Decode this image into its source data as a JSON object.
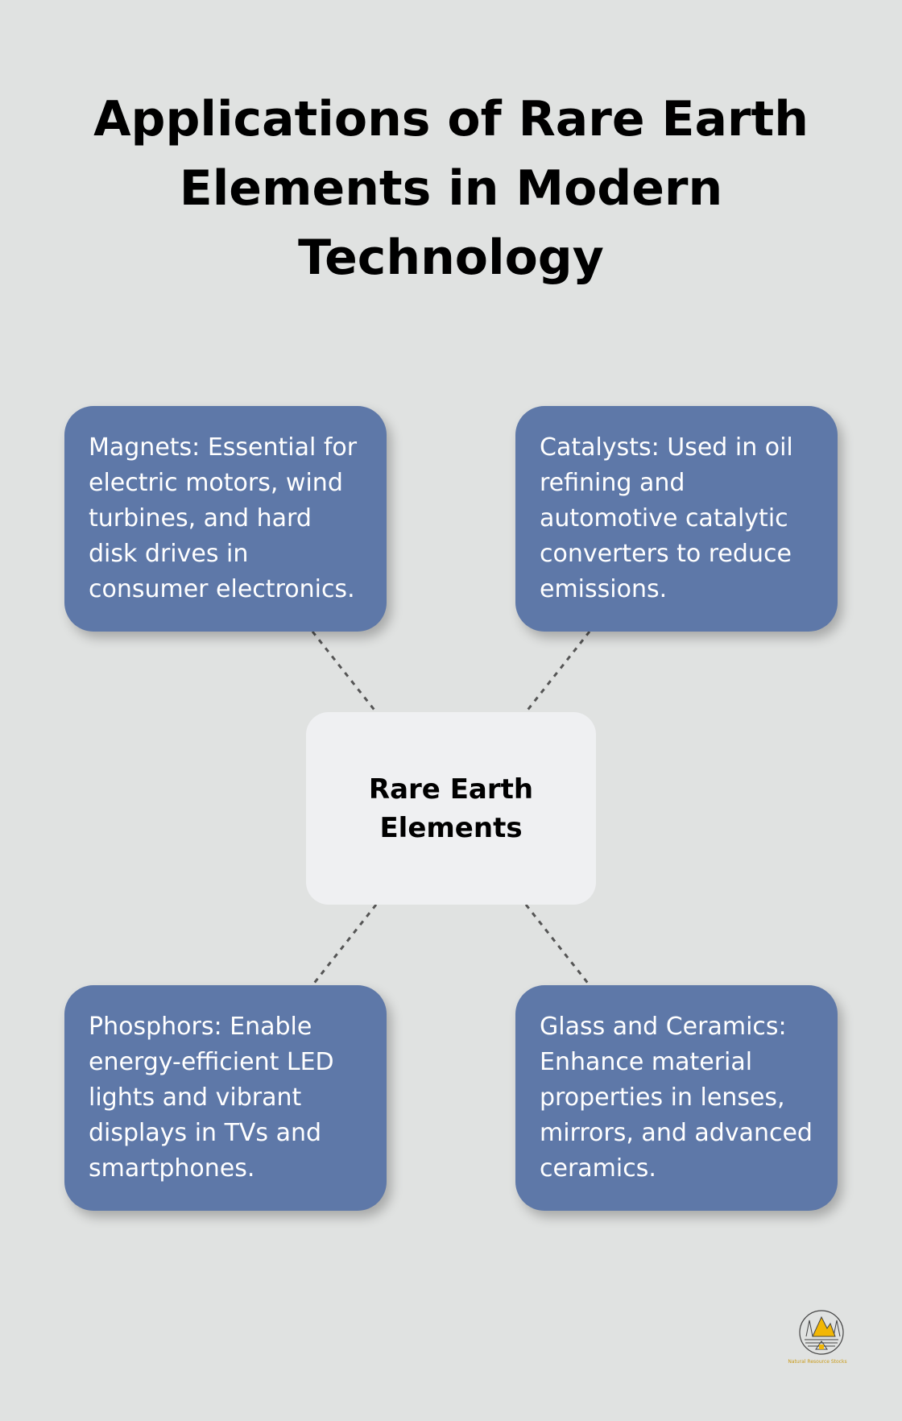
{
  "title": "Applications of Rare Earth Elements in Modern Technology",
  "center": {
    "label": "Rare Earth Elements"
  },
  "cards": [
    {
      "text": "Magnets: Essential for electric motors, wind turbines, and hard disk drives in consumer electronics."
    },
    {
      "text": "Catalysts: Used in oil refining and automotive catalytic converters to reduce emissions."
    },
    {
      "text": "Phosphors: Enable energy-efficient LED lights and vibrant displays in TVs and smartphones."
    },
    {
      "text": "Glass and Ceramics: Enhance material properties in lenses, mirrors, and advanced ceramics."
    }
  ],
  "logo": {
    "text": "Natural Resource Stocks"
  },
  "colors": {
    "background": "#e0e2e1",
    "card": "#5e78a8",
    "center": "#eff0f2",
    "connector": "#555555",
    "logo_accent": "#f2b705"
  }
}
